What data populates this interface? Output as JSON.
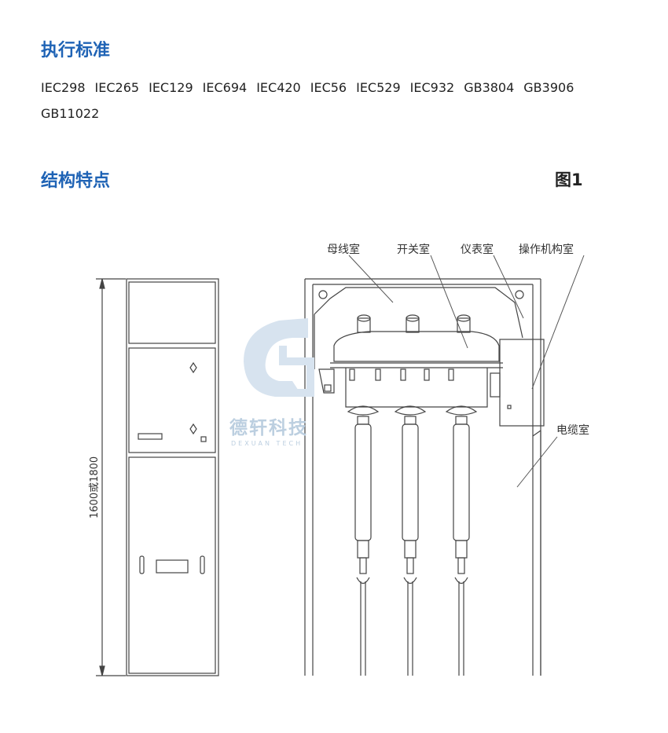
{
  "sections": {
    "standards_title": "执行标准",
    "features_title": "结构特点"
  },
  "standards": [
    "IEC298",
    "IEC265",
    "IEC129",
    "IEC694",
    "IEC420",
    "IEC56",
    "IEC529",
    "IEC932",
    "GB3804",
    "GB3906",
    "GB11022"
  ],
  "figure": {
    "label": "图1",
    "height_dimension": "1600或1800",
    "labels": {
      "busbar": "母线室",
      "switch": "开关室",
      "instrument": "仪表室",
      "mechanism": "操作机构室",
      "cable": "电缆室"
    }
  },
  "watermark": {
    "name": "德轩科技",
    "sub": "DEXUAN TECH"
  }
}
